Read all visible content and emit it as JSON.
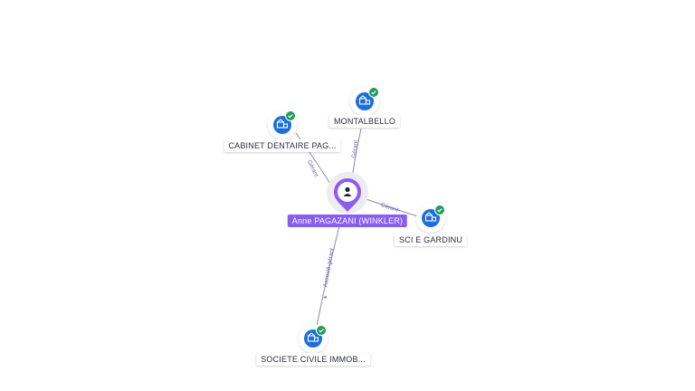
{
  "center": {
    "name": "Anne PAGAZANI (WINKLER)",
    "icon": "person-icon",
    "color": "#8a5cf6"
  },
  "companies": [
    {
      "name": "CABINET DENTAIRE PAG...",
      "icon": "company-building-icon",
      "verified": true,
      "relation": "Gérant"
    },
    {
      "name": "MONTALBELLO",
      "icon": "company-building-icon",
      "verified": true,
      "relation": "Gérant"
    },
    {
      "name": "SCI E GARDINU",
      "icon": "company-building-icon",
      "verified": true,
      "relation": "Gérant"
    },
    {
      "name": "SOCIETE CIVILE IMMOB...",
      "icon": "company-building-icon",
      "verified": true,
      "relation": "Associé-gérant"
    }
  ],
  "colors": {
    "company_icon": "#1a6fe0",
    "verified_badge": "#1e9e5a",
    "edge": "#8a8f9c",
    "edge_label": "#6b63c9"
  }
}
